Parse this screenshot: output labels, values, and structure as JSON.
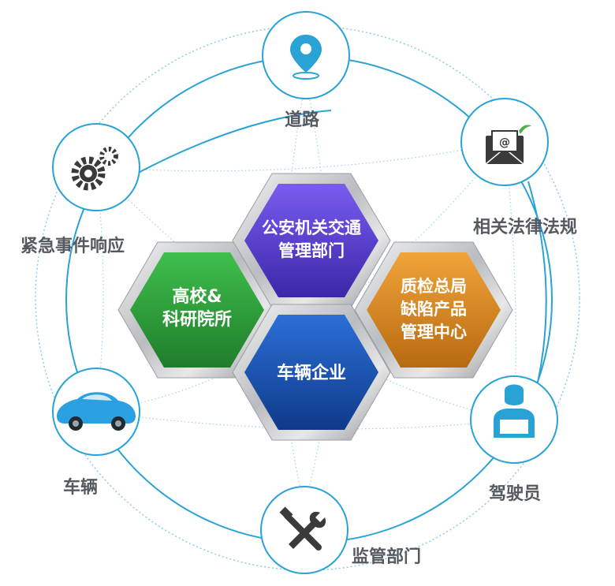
{
  "hexagons": {
    "top": {
      "lines": [
        "公安机关交通",
        "管理部门"
      ]
    },
    "left": {
      "lines": [
        "高校&",
        "科研院所"
      ]
    },
    "right": {
      "lines": [
        "质检总局",
        "缺陷产品",
        "管理中心"
      ]
    },
    "center": {
      "lines": [
        "车辆企业"
      ]
    }
  },
  "nodes": {
    "road": {
      "label": "道路",
      "icon": "location-pin-icon"
    },
    "laws": {
      "label": "相关法律法规",
      "icon": "email-envelope-icon"
    },
    "emergency": {
      "label": "紧急事件响应",
      "icon": "gears-icon"
    },
    "vehicle": {
      "label": "车辆",
      "icon": "car-icon"
    },
    "driver": {
      "label": "驾驶员",
      "icon": "person-icon"
    },
    "regulator": {
      "label": "监管部门",
      "icon": "tools-icon"
    }
  },
  "colors": {
    "ring": "#29a3d6",
    "hex_top": "#5a3fd1",
    "hex_left": "#2e9d3c",
    "hex_right": "#d9861f",
    "hex_center": "#1b4fb0",
    "label": "#555a60"
  }
}
